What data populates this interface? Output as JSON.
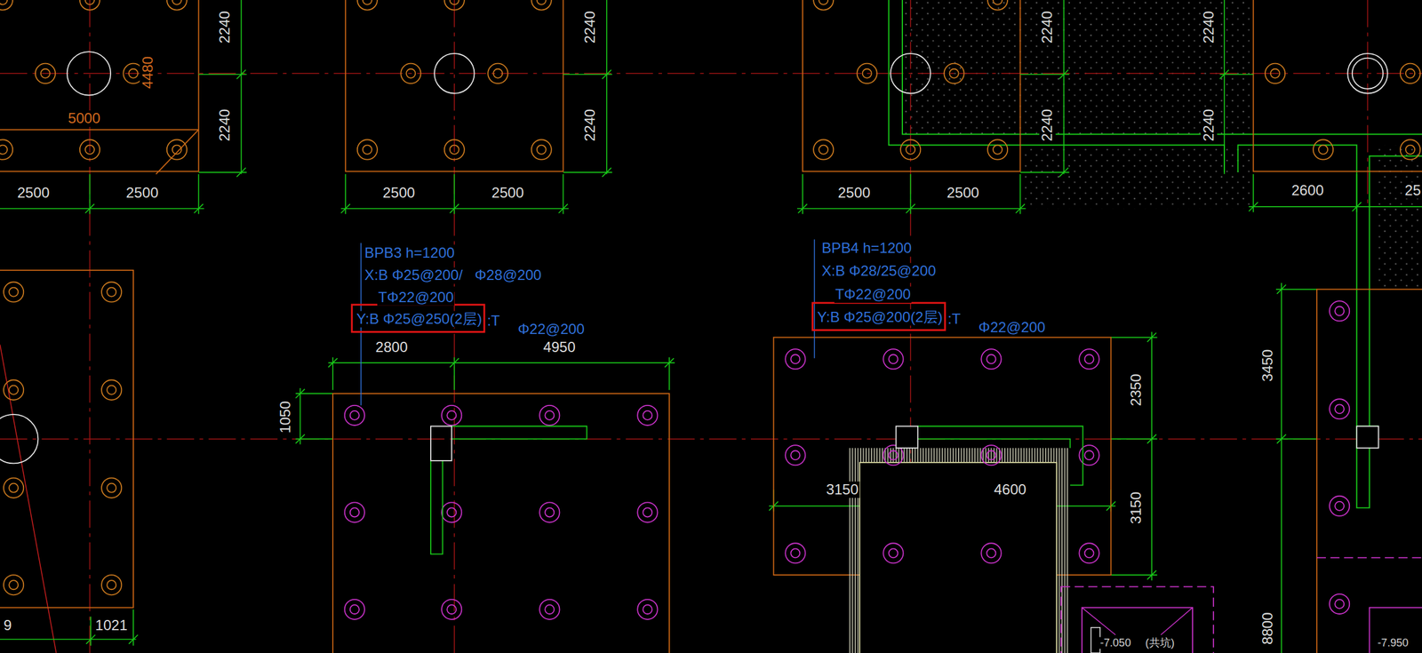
{
  "diagram": {
    "nodes": [
      {
        "text": [
          "Y:B Φ25@250(2层)"
        ]
      },
      {
        "text": [
          "Y:B Φ25@200(2层)"
        ]
      }
    ],
    "labels": [
      "2240",
      "2240",
      "4480",
      "5000",
      "2500",
      "2500",
      "2240",
      "2240",
      "2500",
      "2500",
      "2240",
      "2240",
      "2500",
      "2500",
      "2240",
      "2240",
      "2600",
      "25",
      "BPB3 h=1200",
      "X:B Φ25@200/   Φ28@200",
      "TΦ22@200",
      ":T",
      "Φ22@200",
      "2800",
      "4950",
      "1050",
      "BPB4 h=1200",
      "X:B Φ28/25@200",
      "TΦ22@200",
      ":T",
      "Φ22@200",
      "3150",
      "4600",
      "2350",
      "3150",
      "3450",
      "8800",
      "9",
      "1021",
      "-7.050",
      "(共坑)",
      "-7.950"
    ]
  }
}
